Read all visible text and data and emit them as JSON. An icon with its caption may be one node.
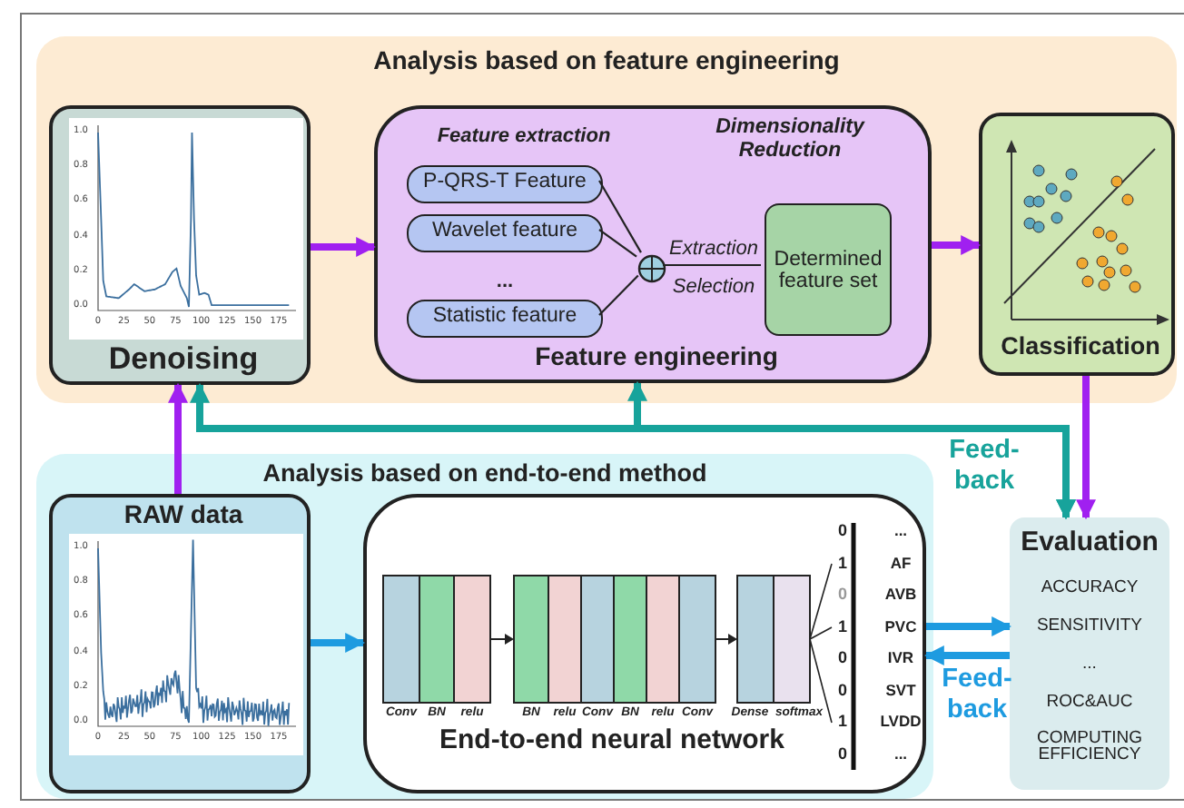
{
  "diagram": {
    "nodes": [
      {
        "text": [
          "Analysis based on feature engineering"
        ]
      },
      {
        "text": [
          "Denoising"
        ],
        "in": 0
      },
      {
        "text": [
          "Feature extraction",
          "Dimensionality Reduction",
          "Feature engineering"
        ],
        "in": 0
      },
      {
        "text": [
          "P-QRS-T Feature"
        ],
        "in": 2
      },
      {
        "text": [
          "Wavelet feature"
        ],
        "in": 2
      },
      {
        "text": [
          "Statistic feature"
        ],
        "in": 2
      },
      {
        "text": [],
        "shape": "circle",
        "in": 2
      },
      {
        "text": [
          "Determined feature set"
        ],
        "in": 2
      },
      {
        "text": [
          "Classification"
        ],
        "in": 0
      },
      {
        "text": [
          "Analysis based on end-to-end method"
        ]
      },
      {
        "text": [
          "RAW data"
        ],
        "in": 9
      },
      {
        "text": [
          "End-to-end neural network"
        ],
        "in": 9
      },
      {
        "text": [
          "Evaluation",
          "ACCURACY",
          "SENSITIVITY",
          "...",
          "ROC&AUC",
          "COMPUTING EFFICIENCY"
        ]
      }
    ],
    "edges": [
      {
        "from": 1,
        "to": 2,
        "arrow": "to",
        "color": "#a020f0"
      },
      {
        "from": 2,
        "to": 8,
        "arrow": "to",
        "color": "#a020f0"
      },
      {
        "from": 8,
        "to": 12,
        "arrow": "to",
        "color": "#a020f0"
      },
      {
        "from": 10,
        "to": 1,
        "arrow": "to",
        "color": "#a020f0"
      },
      {
        "from": 12,
        "to": 1,
        "arrow": "both",
        "label": "Feed-back",
        "color": "#17a39b"
      },
      {
        "from": 12,
        "to": 2,
        "arrow": "both",
        "color": "#17a39b"
      },
      {
        "from": 10,
        "to": 11,
        "arrow": "to",
        "color": "#1e9be0"
      },
      {
        "from": 11,
        "to": 12,
        "arrow": "to",
        "color": "#1e9be0"
      },
      {
        "from": 12,
        "to": 11,
        "arrow": "to",
        "label": "Feed-back",
        "color": "#1e9be0"
      },
      {
        "from": 3,
        "to": 6,
        "arrow": "none",
        "color": "#222222"
      },
      {
        "from": 4,
        "to": 6,
        "arrow": "none",
        "color": "#222222"
      },
      {
        "from": 5,
        "to": 6,
        "arrow": "none",
        "color": "#222222"
      },
      {
        "from": 6,
        "to": 7,
        "arrow": "none",
        "color": "#222222"
      }
    ],
    "labels": [
      "...",
      "Extraction",
      "Selection",
      "1.0",
      "0.8",
      "0.6",
      "0.4",
      "0.2",
      "0.0",
      "0",
      "25",
      "50",
      "75",
      "100",
      "125",
      "150",
      "175",
      "1.0",
      "0.8",
      "0.6",
      "0.4",
      "0.2",
      "0.0",
      "0",
      "25",
      "50",
      "75",
      "100",
      "125",
      "150",
      "175",
      "Conv",
      "BN",
      "relu",
      "BN",
      "relu",
      "Conv",
      "BN",
      "relu",
      "Conv",
      "Dense",
      "softmax",
      "0",
      "...",
      "1",
      "AF",
      "0",
      "AVB",
      "1",
      "PVC",
      "0",
      "IVR",
      "0",
      "SVT",
      "1",
      "LVDD",
      "0",
      "..."
    ]
  }
}
